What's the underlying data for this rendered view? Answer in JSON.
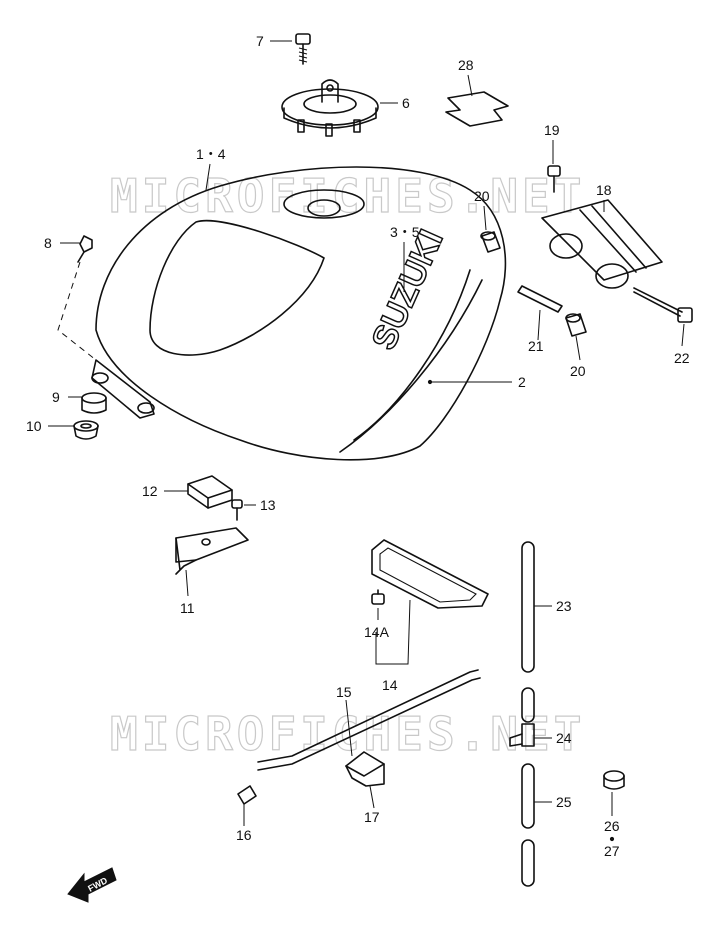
{
  "watermark": "MICROFICHES.NET",
  "tank_logo": "SUZUKI",
  "fwd_label": "FWD",
  "callouts": [
    {
      "id": "c7",
      "text": "7"
    },
    {
      "id": "c28",
      "text": "28"
    },
    {
      "id": "c6",
      "text": "6"
    },
    {
      "id": "c19",
      "text": "19"
    },
    {
      "id": "c14a_top",
      "text": "1・4"
    },
    {
      "id": "c18",
      "text": "18"
    },
    {
      "id": "c20a",
      "text": "20"
    },
    {
      "id": "c35",
      "text": "3・5"
    },
    {
      "id": "c8",
      "text": "8"
    },
    {
      "id": "c21",
      "text": "21"
    },
    {
      "id": "c20b",
      "text": "20"
    },
    {
      "id": "c22",
      "text": "22"
    },
    {
      "id": "c2",
      "text": "2"
    },
    {
      "id": "c9",
      "text": "9"
    },
    {
      "id": "c10",
      "text": "10"
    },
    {
      "id": "c12",
      "text": "12"
    },
    {
      "id": "c13",
      "text": "13"
    },
    {
      "id": "c11",
      "text": "11"
    },
    {
      "id": "c23",
      "text": "23"
    },
    {
      "id": "c14A",
      "text": "14A"
    },
    {
      "id": "c14",
      "text": "14"
    },
    {
      "id": "c15",
      "text": "15"
    },
    {
      "id": "c24",
      "text": "24"
    },
    {
      "id": "c25",
      "text": "25"
    },
    {
      "id": "c16",
      "text": "16"
    },
    {
      "id": "c17",
      "text": "17"
    },
    {
      "id": "c26",
      "text": "26"
    },
    {
      "id": "c27",
      "text": "27"
    }
  ]
}
